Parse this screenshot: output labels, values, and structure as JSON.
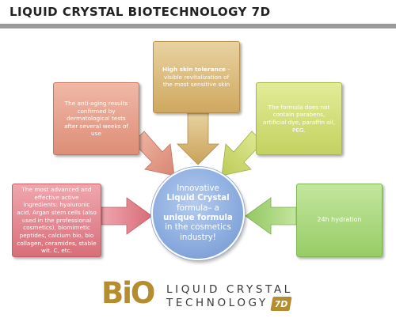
{
  "header": {
    "title": "LIQUID CRYSTAL BIOTECHNOLOGY 7D"
  },
  "colors": {
    "top_box": "#cfa860",
    "left_upper_box": "#dd8e78",
    "right_upper_box": "#c3d260",
    "left_lower_box": "#d86f7a",
    "right_lower_box": "#98cc66",
    "center_circle": "#8eaee0",
    "logo_gold": "#b58c2e"
  },
  "boxes": {
    "top": {
      "bold": "High skin tolerance",
      "text": " – visible revitalization of the most sensitive skin"
    },
    "left_upper": {
      "text": "The anti-aging results confirmed by dermatological tests after several weeks of use"
    },
    "right_upper": {
      "text": "The formula does not contain parabens, artificial dye, paraffin oil, PEG."
    },
    "left_lower": {
      "text": "The most advanced and effective active ingredients: hyaluronic acid, Argan stem cells (also used in the professional cosmetics), biomimetic peptides, calcium bio, bio collagen, ceramides, stable wit. C, etc."
    },
    "right_lower": {
      "text": "24h hydration"
    }
  },
  "center": {
    "line1": "Innovative",
    "line2_bold": "Liquid Crystal",
    "line3": "formula– a",
    "line4_bold": "unique formula",
    "line5": "in the cosmetics",
    "line6": "industry!"
  },
  "logo": {
    "mark": "BiO",
    "line1": "LIQUID CRYSTAL",
    "line2": "TECHNOLOGY",
    "badge": "7D"
  }
}
